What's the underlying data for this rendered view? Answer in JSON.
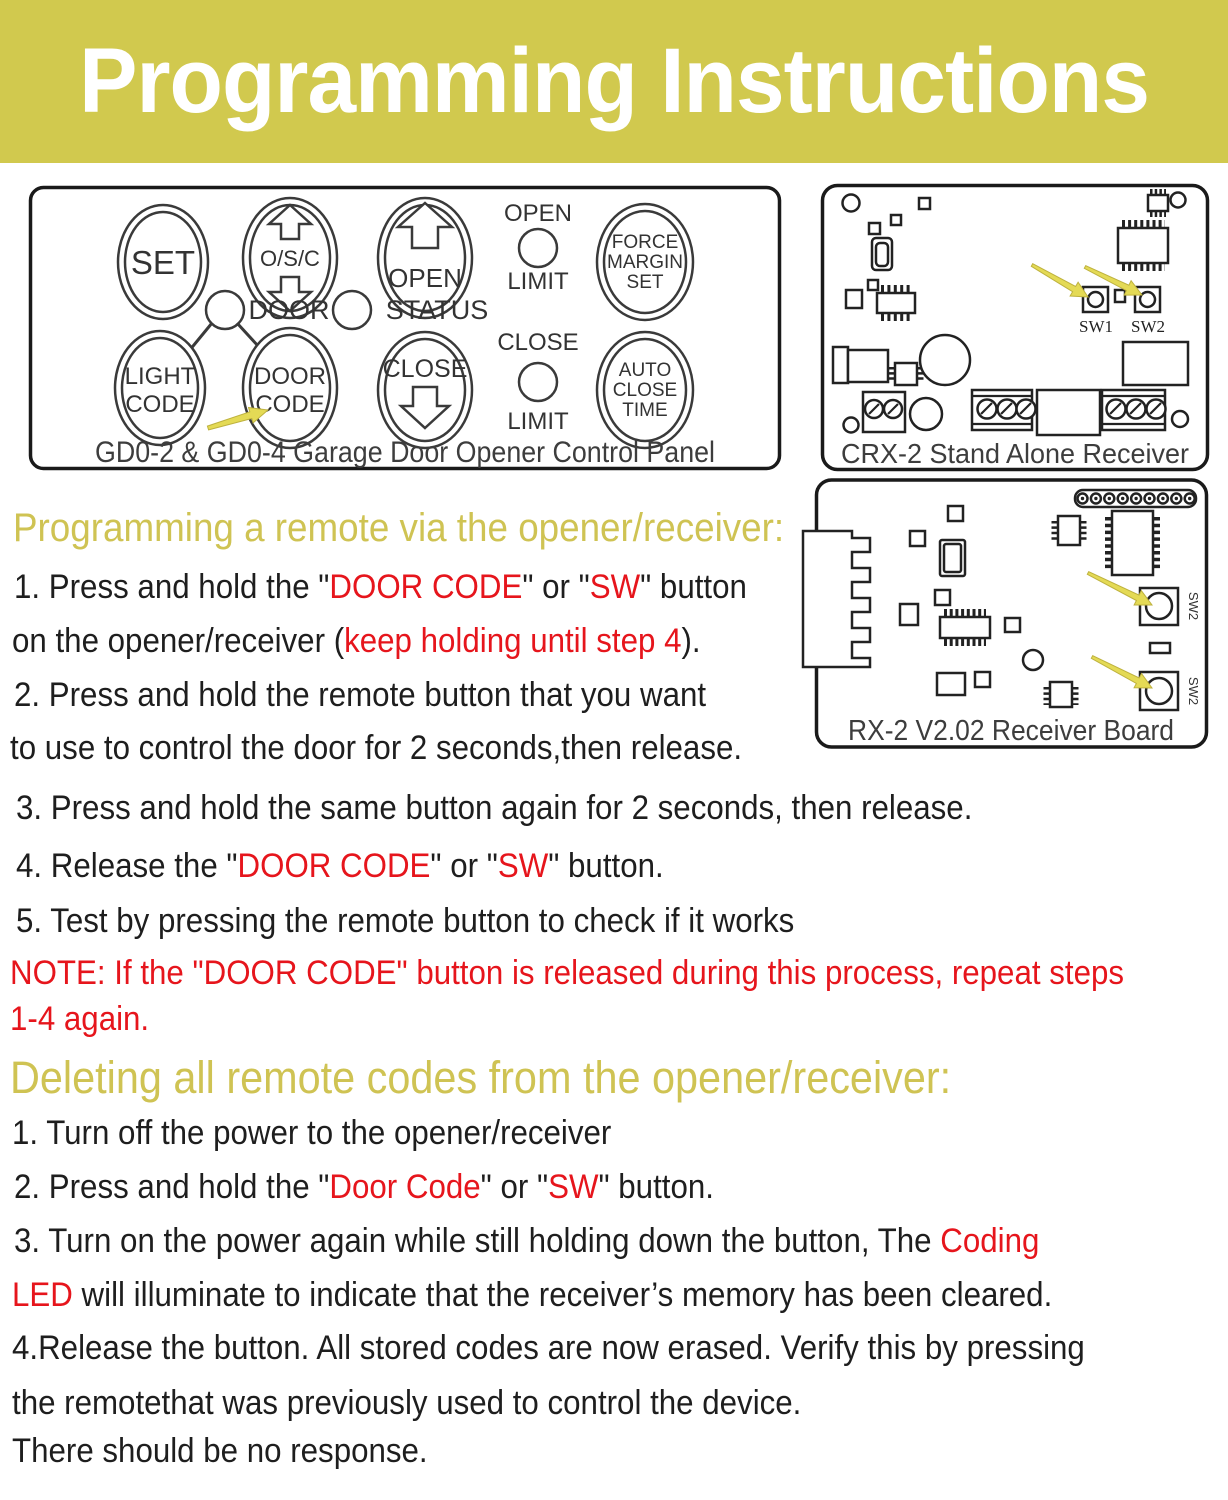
{
  "colors": {
    "banner_bg": "#d1c94e",
    "heading": "#cfc353",
    "red": "#e6151c",
    "text": "#1e1e1e"
  },
  "banner": {
    "title": "Programming Instructions"
  },
  "panel": {
    "caption": "GD0-2 & GD0-4 Garage Door Opener Control Panel",
    "buttons": {
      "set": "SET",
      "osc": "O/S/C",
      "open": "OPEN",
      "close": "CLOSE",
      "light_code": [
        "LIGHT",
        "CODE"
      ],
      "door_code": [
        "DOOR",
        "CODE"
      ],
      "force_margin_set": [
        "FORCE",
        "MARGIN",
        "SET"
      ],
      "auto_close_time": [
        "AUTO",
        "CLOSE",
        "TIME"
      ]
    },
    "leds": {
      "door": "DOOR",
      "status": "STATUS",
      "open_limit": [
        "OPEN",
        "LIMIT"
      ],
      "close_limit": [
        "CLOSE",
        "LIMIT"
      ]
    }
  },
  "crx2": {
    "caption": "CRX-2 Stand Alone Receiver",
    "sw1_label": "SW1",
    "sw2_label": "SW2"
  },
  "rx2": {
    "caption": "RX-2 V2.02 Receiver Board",
    "sw2_top_label": "SW2",
    "sw2_bottom_label": "SW2"
  },
  "sections": {
    "program": {
      "heading": "Programming a remote via the opener/receiver:",
      "lines": [
        [
          {
            "t": "1. Press and hold the \""
          },
          {
            "t": "DOOR CODE",
            "red": true
          },
          {
            "t": "\" or \""
          },
          {
            "t": "SW",
            "red": true
          },
          {
            "t": "\" button"
          }
        ],
        [
          {
            "t": "on the opener/receiver ("
          },
          {
            "t": "keep holding until step 4",
            "red": true
          },
          {
            "t": ")."
          }
        ],
        [
          {
            "t": "2. Press and hold the remote button that you want"
          }
        ],
        [
          {
            "t": "to use to control the door for 2 seconds,then release."
          }
        ],
        [
          {
            "t": "3. Press and hold the same button again for 2 seconds, then release."
          }
        ],
        [
          {
            "t": "4. Release the \""
          },
          {
            "t": "DOOR CODE",
            "red": true
          },
          {
            "t": "\" or \""
          },
          {
            "t": "SW",
            "red": true
          },
          {
            "t": "\" button."
          }
        ],
        [
          {
            "t": "5. Test by pressing the remote button to check if it works"
          }
        ],
        [
          {
            "t": "NOTE: If the \"DOOR CODE\" button is released during this process, repeat steps",
            "red": true
          }
        ],
        [
          {
            "t": "1-4 again.",
            "red": true
          }
        ]
      ]
    },
    "delete": {
      "heading": "Deleting all remote codes from the opener/receiver:",
      "lines": [
        [
          {
            "t": "1. Turn off the power to the opener/receiver"
          }
        ],
        [
          {
            "t": "2. Press and hold the \""
          },
          {
            "t": "Door Code",
            "red": true
          },
          {
            "t": "\" or \""
          },
          {
            "t": "SW",
            "red": true
          },
          {
            "t": "\" button."
          }
        ],
        [
          {
            "t": "3. Turn on the power again while still holding down the button, The "
          },
          {
            "t": "Coding",
            "red": true
          }
        ],
        [
          {
            "t": "LED",
            "red": true
          },
          {
            "t": " will illuminate to indicate that the receiver’s memory has been cleared."
          }
        ],
        [
          {
            "t": "4.Release the button. All stored codes are now erased. Verify this by pressing"
          }
        ],
        [
          {
            "t": "the remotethat was previously used to control the device."
          }
        ],
        [
          {
            "t": "There should be no response."
          }
        ]
      ]
    }
  }
}
